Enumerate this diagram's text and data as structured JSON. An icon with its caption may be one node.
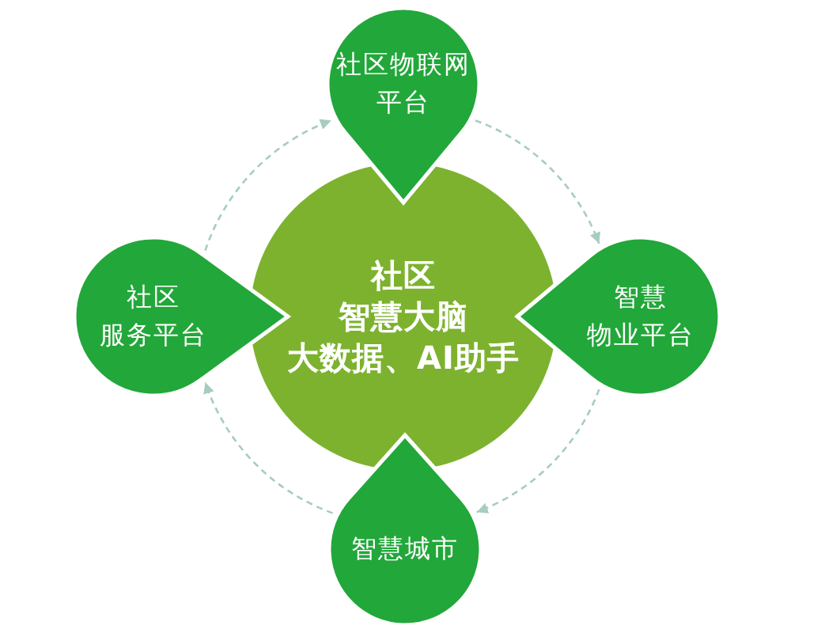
{
  "diagram": {
    "nodes": [
      {
        "text": [
          "社区物联网平台"
        ]
      },
      {
        "text": [
          "社区",
          "服务平台"
        ]
      },
      {
        "text": [
          "社区",
          "智慧大脑",
          "大数据、AI助手"
        ]
      },
      {
        "text": [
          "智慧",
          "物业平台"
        ]
      },
      {
        "text": [
          "智慧城市"
        ]
      }
    ],
    "edges": [
      {
        "from": 1,
        "to": 0,
        "arrow": "to",
        "style": "dashed"
      },
      {
        "from": 0,
        "to": 3,
        "arrow": "to",
        "style": "dashed"
      },
      {
        "from": 3,
        "to": 4,
        "arrow": "to",
        "style": "dashed"
      },
      {
        "from": 4,
        "to": 1,
        "arrow": "to",
        "style": "dashed"
      }
    ]
  }
}
